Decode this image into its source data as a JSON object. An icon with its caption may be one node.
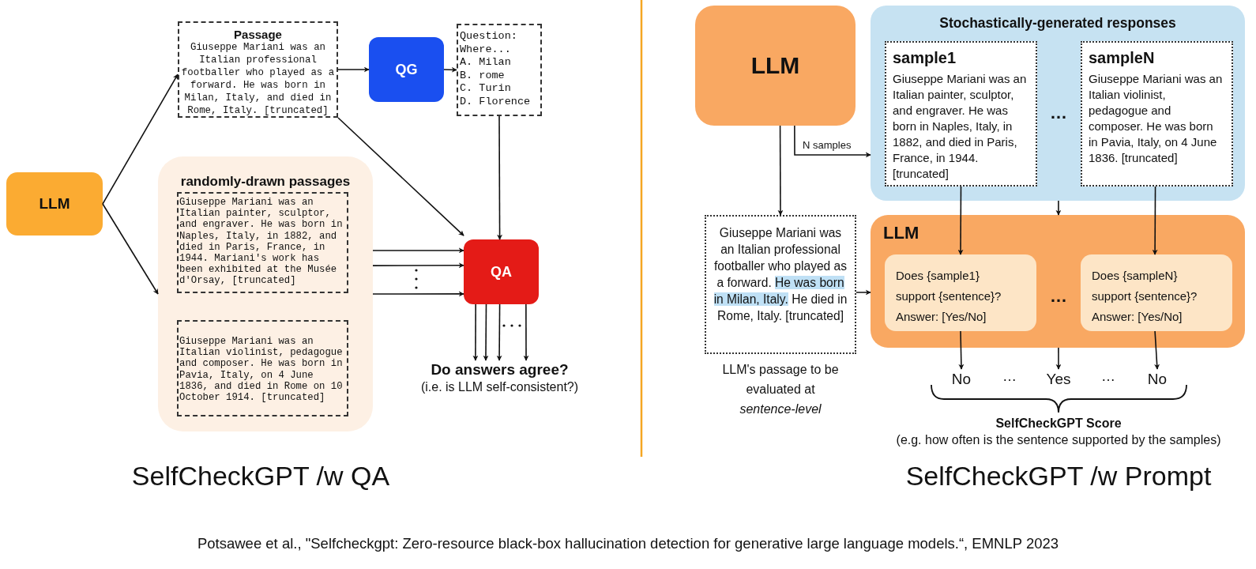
{
  "diagram": {
    "nodes": [
      {
        "text": [
          "LLM"
        ]
      },
      {
        "text": [
          "Passage",
          "Giuseppe Mariani was an Italian professional footballer who played as a forward. He was born in Milan, Italy, and died in Rome, Italy. [truncated]"
        ]
      },
      {
        "text": [
          "QG"
        ]
      },
      {
        "text": [
          "Question:",
          "Where...",
          "A. Milan",
          "B. rome",
          "C. Turin",
          "D. Florence"
        ]
      },
      {
        "text": [
          "randomly-drawn passages"
        ]
      },
      {
        "text": [
          "Giuseppe Mariani was an Italian painter, sculptor, and engraver. He was born in Naples, Italy, in 1882, and died in Paris, France, in 1944. Mariani's work has been exhibited at the Musée d'Orsay, [truncated]"
        ],
        "in": 4
      },
      {
        "text": [
          "Giuseppe Mariani was an Italian violinist, pedagogue and composer. He was born in Pavia, Italy, on 4 June 1836, and died in Rome on 10 October 1914. [truncated]"
        ],
        "in": 4
      },
      {
        "text": [
          "QA"
        ]
      },
      {
        "text": [
          "LLM"
        ]
      },
      {
        "text": [
          "Stochastically-generated responses"
        ]
      },
      {
        "text": [
          "sample1",
          "Giuseppe Mariani was an Italian painter, sculptor, and engraver. He was born in Naples, Italy, in 1882, and died in Paris, France, in 1944. [truncated]"
        ],
        "in": 9
      },
      {
        "text": [
          "sampleN",
          "Giuseppe Mariani was an Italian violinist, pedagogue and composer. He was born in Pavia, Italy, on 4 June 1836. [truncated]"
        ],
        "in": 9
      },
      {
        "text": [
          "Giuseppe Mariani was an Italian professional footballer who played as a forward.",
          "He was born in Milan, Italy.",
          "He died in Rome, Italy. [truncated]"
        ],
        "beside": [
          "LLM's passage to be evaluated at *sentence-level*"
        ]
      },
      {
        "text": [
          "LLM"
        ]
      },
      {
        "text": [
          "Does {sample1} support {sentence}?",
          "Answer: [Yes/No]"
        ],
        "in": 13
      },
      {
        "text": [
          "Does {sampleN} support {sentence}?",
          "Answer: [Yes/No]"
        ],
        "in": 13
      },
      {
        "text": [
          "No"
        ]
      },
      {
        "text": [
          "Yes"
        ]
      },
      {
        "text": [
          "No"
        ]
      },
      {
        "text": [
          "Do answers agree?",
          "(i.e. is LLM self-consistent?)"
        ]
      }
    ],
    "edges": [
      {
        "from": 0,
        "to": 1,
        "arrow": "to"
      },
      {
        "from": 0,
        "to": 4,
        "arrow": "to"
      },
      {
        "from": 1,
        "to": 2,
        "arrow": "to"
      },
      {
        "from": 2,
        "to": 3,
        "arrow": "to"
      },
      {
        "from": 1,
        "to": 7,
        "arrow": "to"
      },
      {
        "from": 3,
        "to": 7,
        "arrow": "to"
      },
      {
        "from": 4,
        "to": 7,
        "arrow": "to"
      },
      {
        "from": 4,
        "to": 7,
        "arrow": "to"
      },
      {
        "from": 4,
        "to": 7,
        "arrow": "to"
      },
      {
        "from": 7,
        "to": 19,
        "arrow": "to"
      },
      {
        "from": 7,
        "to": 19,
        "arrow": "to"
      },
      {
        "from": 7,
        "to": 19,
        "arrow": "to"
      },
      {
        "from": 7,
        "to": 19,
        "arrow": "to"
      },
      {
        "from": 8,
        "to": 12,
        "arrow": "to"
      },
      {
        "from": 8,
        "to": 9,
        "arrow": "to",
        "label": "N samples"
      },
      {
        "from": 9,
        "to": 13,
        "arrow": "to"
      },
      {
        "from": 10,
        "to": 14,
        "arrow": "to"
      },
      {
        "from": 11,
        "to": 15,
        "arrow": "to"
      },
      {
        "from": 12,
        "to": 13,
        "arrow": "to"
      },
      {
        "from": 14,
        "to": 16,
        "arrow": "to"
      },
      {
        "from": 13,
        "to": 17,
        "arrow": "to"
      },
      {
        "from": 15,
        "to": 18,
        "arrow": "to"
      }
    ],
    "labels": [
      "SelfCheckGPT /w QA",
      "…",
      "…",
      "…",
      "…",
      "SelfCheckGPT Score",
      "(e.g. how often is the sentence supported by the samples)",
      "SelfCheckGPT /w Prompt",
      "Potsawee et al., \"Selfcheckgpt: Zero-resource black-box hallucination detection for generative large language models.“, EMNLP 2023"
    ]
  }
}
